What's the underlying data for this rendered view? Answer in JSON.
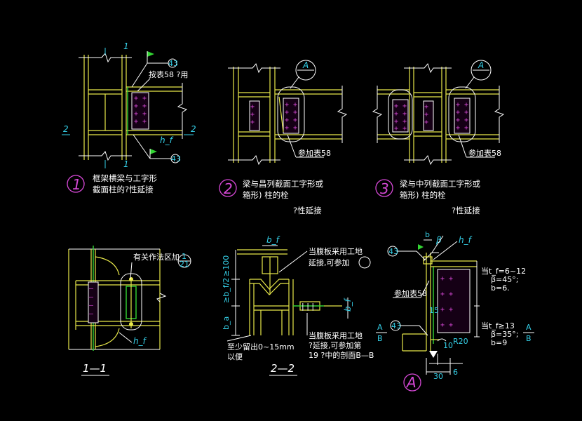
{
  "detail1": {
    "caption_line1": "框架横梁与工字形",
    "caption_line2": "截面柱的?性延接",
    "number": "1",
    "section_mark_1": "1",
    "section_mark_2": "2",
    "note_table": "按表58 ?用",
    "weld_ref_top": "43",
    "weld_ref_bottom": "43",
    "dim_hf": "h_f"
  },
  "detail2": {
    "caption_line1": "梁与昌列截面工字形或",
    "caption_line2": "箱形) 柱的栓",
    "caption_line3": "?性延接",
    "number": "2",
    "detail_tag": "A",
    "ref_table": "参加表58"
  },
  "detail3": {
    "caption_line1": "梁与中列截面工字形或",
    "caption_line2": "箱形) 柱的栓",
    "caption_line3": "?性延接",
    "number": "3",
    "detail_tag": "A",
    "ref_table": "参加表58"
  },
  "section11": {
    "label": "1—1",
    "note": "有关作法区加",
    "ref_top": "1",
    "ref_bottom": "21",
    "dim_hf": "h_f"
  },
  "section22": {
    "label": "2—2",
    "note_top_line1": "当腹板采用工地",
    "note_top_line2": "延接,可参加",
    "note_bottom_line1": "当腹板采用工地",
    "note_bottom_line2": "?延接,可参加第",
    "note_bottom_line3": "19 ?中的剖面B—B",
    "note_gap_line1": "至少留出0~15mm",
    "note_gap_line2": "以便",
    "dim_bf_top": "b_f",
    "dim_bf_side": "b_f",
    "dim_100": "≥100",
    "dim_bf2": "≥b_f/2",
    "dim_ba": "b_a"
  },
  "detailA": {
    "label": "A",
    "ref_table": "参加表58",
    "weld_ref_top": "43",
    "weld_ref_mid": "43",
    "dim_b": "b",
    "dim_beta": "β",
    "dim_hf": "h_f",
    "dim_15": "15",
    "dim_10": "10",
    "dim_r20": "R20",
    "dim_30": "30",
    "dim_6": "6",
    "rule1_line1": "当t_f=6~12",
    "rule1_line2": "β=45°;",
    "rule1_line3": "b=6.",
    "rule2_line1": "当t_f≥13",
    "rule2_line2": "β=35°;",
    "rule2_line3": "b=9",
    "sec_a_left": "A",
    "sec_b_left": "B",
    "sec_a_right": "A",
    "sec_b_right": "B"
  },
  "colors": {
    "background": "#000000",
    "steel": "#e8e84a",
    "annotation": "#35d0e8",
    "weld": "#33d633",
    "bolts": "#d648d6",
    "text": "#ffffff"
  }
}
